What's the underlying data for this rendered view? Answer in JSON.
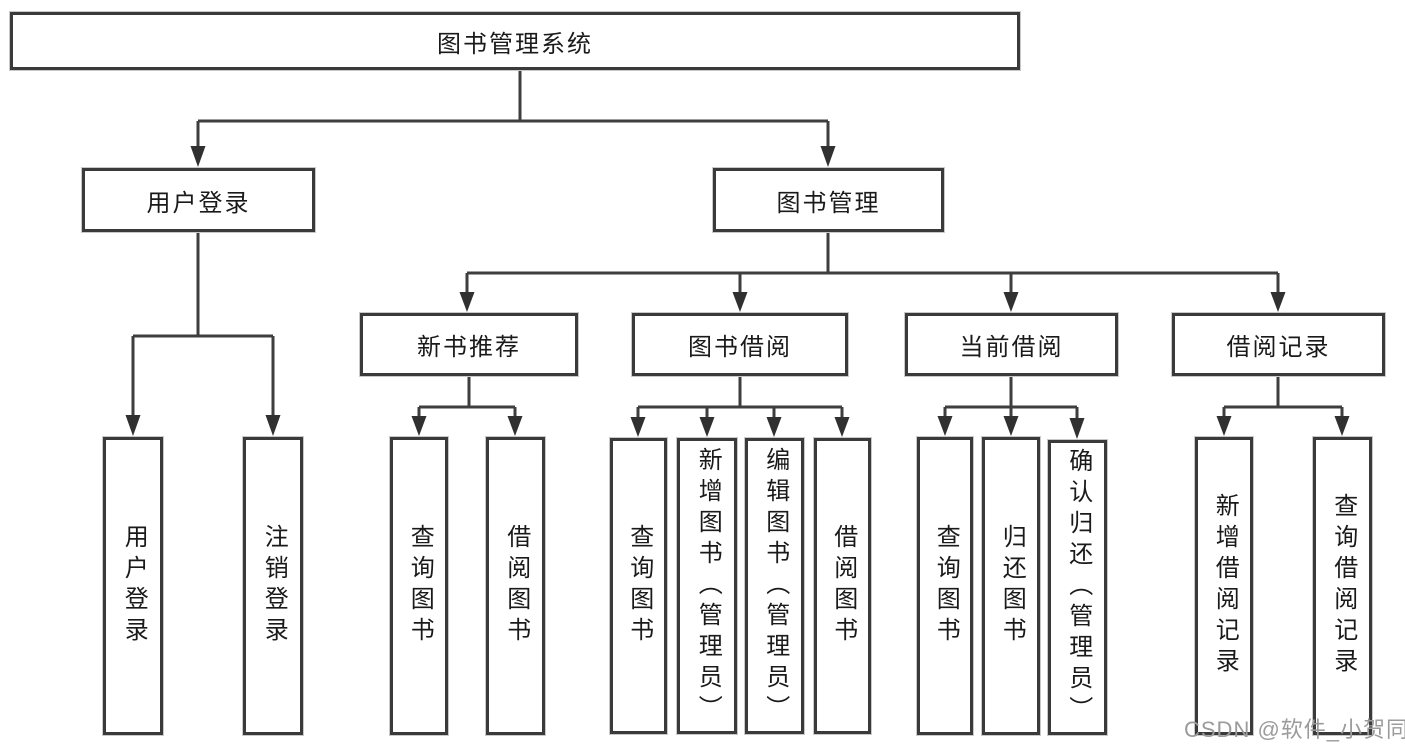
{
  "watermark": "CSDN @软件_小贺同学",
  "colors": {
    "line": "#3e3e3e",
    "box_border": "#3a3a3a",
    "text": "#1a1a1a",
    "watermark": "#9b9b9b",
    "background": "#ffffff"
  },
  "tree": {
    "root": {
      "label": "图书管理系统"
    },
    "branches": [
      {
        "label": "用户登录",
        "children": [
          {
            "label": "用户登录"
          },
          {
            "label": "注销登录"
          }
        ]
      },
      {
        "label": "图书管理",
        "children": [
          {
            "label": "新书推荐",
            "children": [
              {
                "label": "查询图书"
              },
              {
                "label": "借阅图书"
              }
            ]
          },
          {
            "label": "图书借阅",
            "children": [
              {
                "label": "查询图书"
              },
              {
                "label": "新增图书（管理员）"
              },
              {
                "label": "编辑图书（管理员）"
              },
              {
                "label": "借阅图书"
              }
            ]
          },
          {
            "label": "当前借阅",
            "children": [
              {
                "label": "查询图书"
              },
              {
                "label": "归还图书"
              },
              {
                "label": "确认归还（管理员）"
              }
            ]
          },
          {
            "label": "借阅记录",
            "children": [
              {
                "label": "新增借阅记录"
              },
              {
                "label": "查询借阅记录"
              }
            ]
          }
        ]
      }
    ]
  }
}
